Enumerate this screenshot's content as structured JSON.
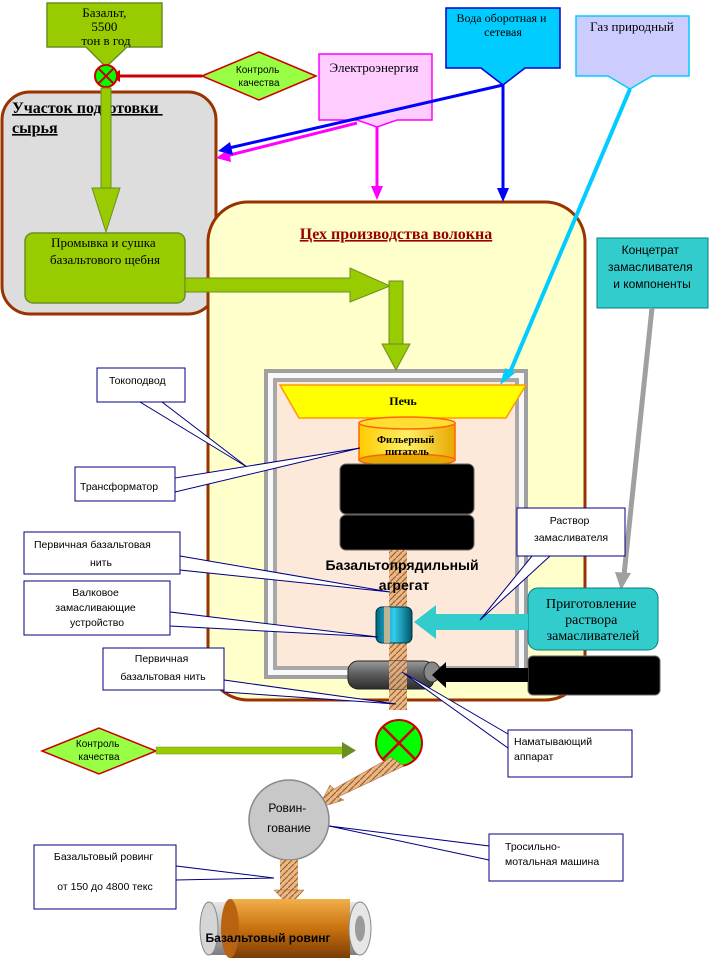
{
  "colors": {
    "green_box": "#99cc00",
    "green_dark": "#6b8e23",
    "pink_box": "#ffccff",
    "magenta": "#ff00ff",
    "cyan_box": "#00ccff",
    "lavender_box": "#ccccff",
    "teal_box": "#33cccc",
    "blue_arrow": "#0000ff",
    "cream_box": "#ffffcc",
    "grey_box": "#dddddd",
    "brown_border": "#993300",
    "furnace_yellow": "#ffff00",
    "qc_green": "#00ff00",
    "qc_red": "#cc0000"
  },
  "sources": {
    "basalt": [
      "Базальт,",
      "5500",
      "тон в год"
    ],
    "qc_top": [
      "Контроль",
      "качества"
    ],
    "electricity": "Электроэнергия",
    "water": [
      "Вода оборотная и",
      "сетевая"
    ],
    "gas": "Газ природный",
    "concentrate": [
      "Концетрат",
      "замасливателя",
      "и компоненты"
    ]
  },
  "prep_area": {
    "title": [
      "Участок подготовки",
      "сырья"
    ],
    "wash": [
      "Промывка и сушка",
      "базальтового щебня"
    ]
  },
  "shop": {
    "title": "Цех производства волокна",
    "furnace": "Печь",
    "feeder": [
      "Фильерный",
      "питатель"
    ],
    "unit": [
      "Базальтопрядильный",
      "агрегат"
    ],
    "sizing_prep": [
      "Приготовление",
      "раствора",
      "замасливателей"
    ]
  },
  "callouts": {
    "current_lead": "Токоподвод",
    "transformer": "Трансформатор",
    "sizing_solution": [
      "Раствор",
      "замасливателя"
    ],
    "primary_thread_1": [
      "Первичная базальтовая",
      "нить"
    ],
    "roller": [
      "Валковое",
      "замасливающие",
      "устройство"
    ],
    "primary_thread_2": [
      "Первичная",
      "базальтовая нить"
    ],
    "winder": [
      "Наматывающий",
      "аппарат"
    ],
    "roving_label": [
      "Базальтовый ровинг",
      "от 150 до 4800 текс"
    ],
    "twist_machine": [
      "Тросильно-",
      "мотальная машина"
    ]
  },
  "qc_bottom": [
    "Контроль",
    "качества"
  ],
  "roving": [
    "Ровин-",
    "гование"
  ],
  "product": "Базальтовый ровинг"
}
